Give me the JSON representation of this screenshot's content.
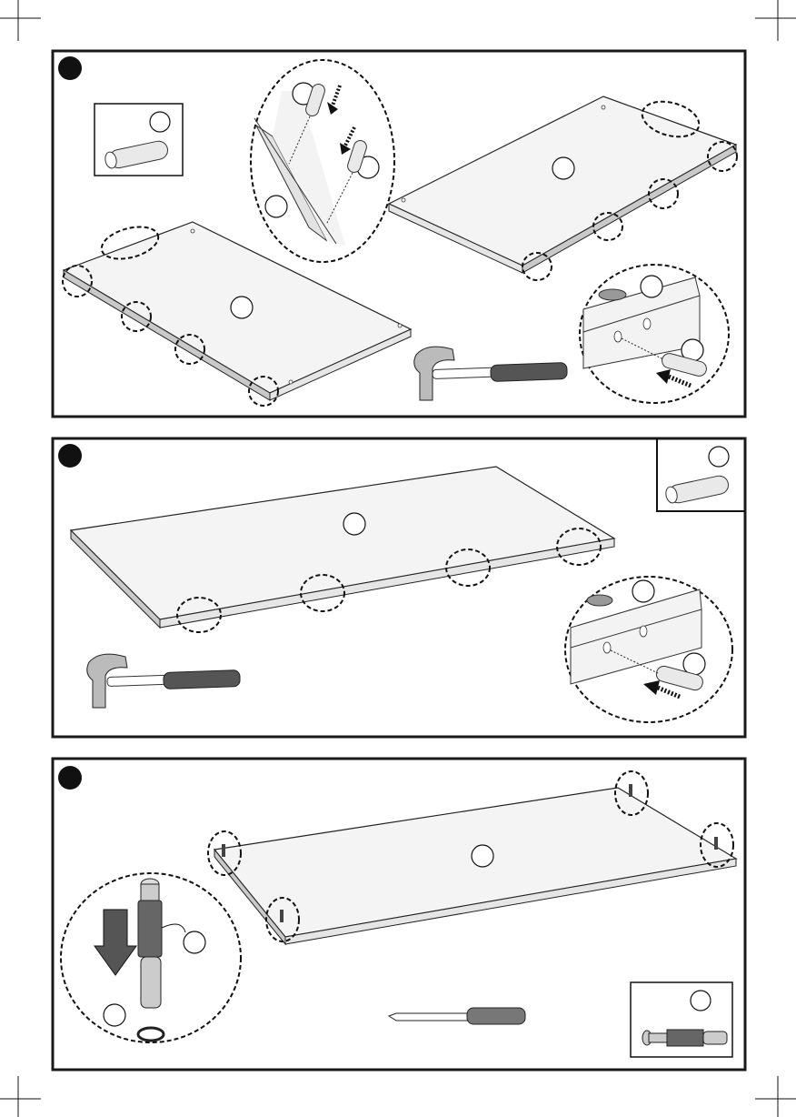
{
  "document": {
    "type": "assembly-instruction-sheet",
    "steps": [
      {
        "panel": "step-1",
        "tool": "hammer-icon",
        "part_icon": "wooden-dowel-icon",
        "actions": [
          "insert-dowels-into-panel-edges"
        ]
      },
      {
        "panel": "step-2",
        "tool": "hammer-icon",
        "part_icon": "wooden-dowel-icon",
        "actions": [
          "insert-dowels-into-panel-edge"
        ]
      },
      {
        "panel": "step-3",
        "tool": "screwdriver-icon",
        "part_icon": "cam-bolt-icon",
        "actions": [
          "screw-cam-bolts-into-panel"
        ]
      }
    ]
  }
}
